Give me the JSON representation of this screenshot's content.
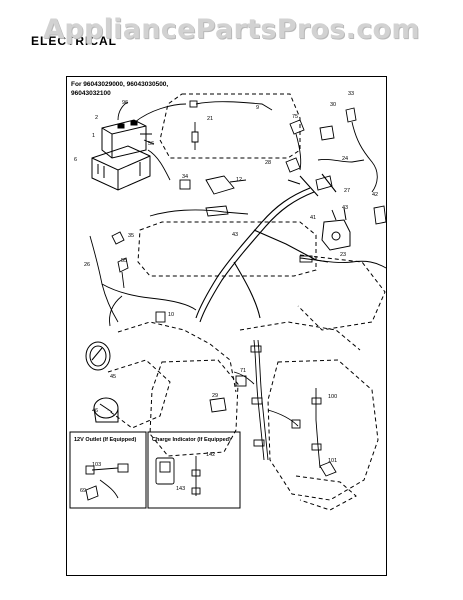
{
  "watermark": "AppliancePartsPros.com",
  "section_title": "ELECTRICAL",
  "model_header": [
    "For 96043029000, 96043030500,",
    "96043032100"
  ],
  "insets": {
    "outlet_title": "12V Outlet (If Equipped)",
    "charge_title": "Charge Indicator (If Equipped)"
  },
  "part_labels": {
    "p96": "96",
    "p2": "2",
    "p1": "1",
    "p56": "56",
    "p6": "6",
    "p9": "9",
    "p21": "21",
    "p75": "75",
    "p30": "30",
    "p33": "33",
    "p28": "28",
    "p24": "24",
    "p34": "34",
    "p12": "12",
    "p27": "27",
    "p42": "42",
    "p41": "41",
    "p43a": "43",
    "p43b": "43",
    "p35": "35",
    "p26": "26",
    "p55": "55",
    "p23": "23",
    "p10": "10",
    "p45": "45",
    "p46": "46",
    "p71": "71",
    "p29": "29",
    "p100": "100",
    "p103": "103",
    "p69": "69",
    "p142": "142",
    "p143": "143",
    "p101": "101"
  }
}
